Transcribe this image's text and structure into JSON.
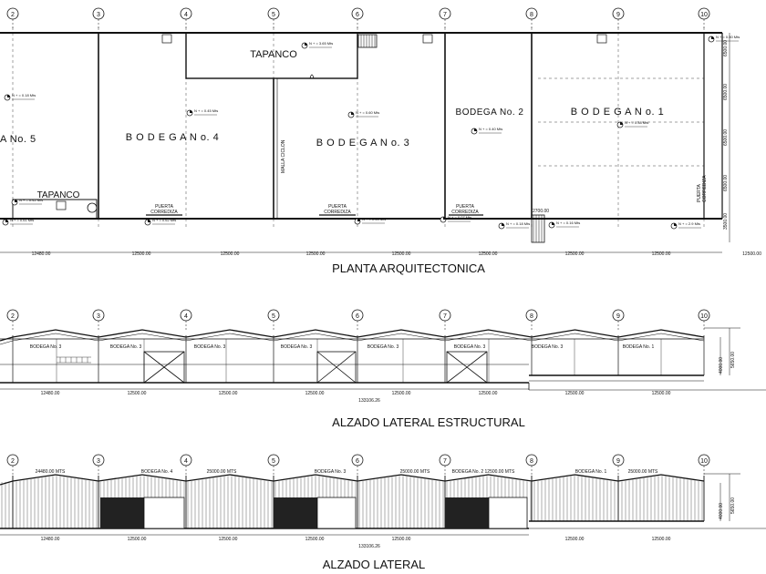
{
  "grid_axes": [
    "2",
    "3",
    "4",
    "5",
    "6",
    "7",
    "8",
    "9",
    "10"
  ],
  "plan": {
    "title": "PLANTA ARQUITECTONICA",
    "warehouses": [
      {
        "label": "A  No. 5"
      },
      {
        "label": "B O D E G A    N o. 4"
      },
      {
        "label": "B O D E G A    N o. 3"
      },
      {
        "label": "BODEGA  No. 2"
      },
      {
        "label": "B O D E G A    N o. 1"
      }
    ],
    "mezzanine_labels": [
      "TAPANCO",
      "TAPANCO"
    ],
    "door_labels": [
      "PUERTA",
      "CORREDIZA"
    ],
    "mesh_label": "MALLA CICLON",
    "level_labels": [
      "N + = 3.65 Mts",
      "N + = 0.45 Mts",
      "N + = 0.60 Mts",
      "N + = 0.40 Mts",
      "N + = 0.38 Mts",
      "N + = 0.50 Mts",
      "N + = 0.61 Mts",
      "N + = 0.62 Mts",
      "N + = 0.54 Mts",
      "N + = 0.07 Mts",
      "N + = 0.18 Mts",
      "N + = 0.16 Mts",
      "N + = 2.9 Mts",
      "N + = 0.42 Mts",
      "N + = 0.18 Mts"
    ],
    "dimensions": [
      "12480.00",
      "12500.00",
      "12500.00",
      "12500.00",
      "12500.00",
      "12500.00",
      "12500.00",
      "12500.00",
      "12500.00"
    ],
    "side_dims": [
      "6500.00",
      "6500.00",
      "6500.00",
      "6500.00",
      "3500.00"
    ],
    "dim_2700": "2700.00"
  },
  "structural": {
    "title": "ALZADO LATERAL ESTRUCTURAL",
    "bay_labels": [
      "BODEGA No. 3",
      "BODEGA No. 3",
      "BODEGA No. 3",
      "BODEGA No. 3",
      "BODEGA No. 3",
      "BODEGA No. 3",
      "BODEGA No. 3",
      "BODEGA No. 1"
    ],
    "dimensions": [
      "12480.00",
      "12500.00",
      "12500.00",
      "12500.00",
      "12500.00",
      "12500.00",
      "12500.00",
      "12500.00"
    ],
    "total": "133106.26",
    "height_dims": [
      "4000.00",
      "5650.00"
    ]
  },
  "lateral": {
    "title": "ALZADO LATERAL",
    "top_labels": [
      {
        "text": "24480.00   MTS"
      },
      {
        "text": "BODEGA   No. 4"
      },
      {
        "text": "25000.00   MTS"
      },
      {
        "text": "BODEGA   No. 3"
      },
      {
        "text": "25000.00   MTS"
      },
      {
        "text": "BODEGA   No. 2   12500.00   MTS"
      },
      {
        "text": "BODEGA   No. 1"
      },
      {
        "text": "25000.00   MTS"
      }
    ],
    "dimensions": [
      "12480.00",
      "12500.00",
      "12500.00",
      "12500.00",
      "12500.00",
      "12500.00",
      "12500.00"
    ],
    "total": "133106.26",
    "height_dims": [
      "4000.00",
      "5650.00"
    ]
  }
}
